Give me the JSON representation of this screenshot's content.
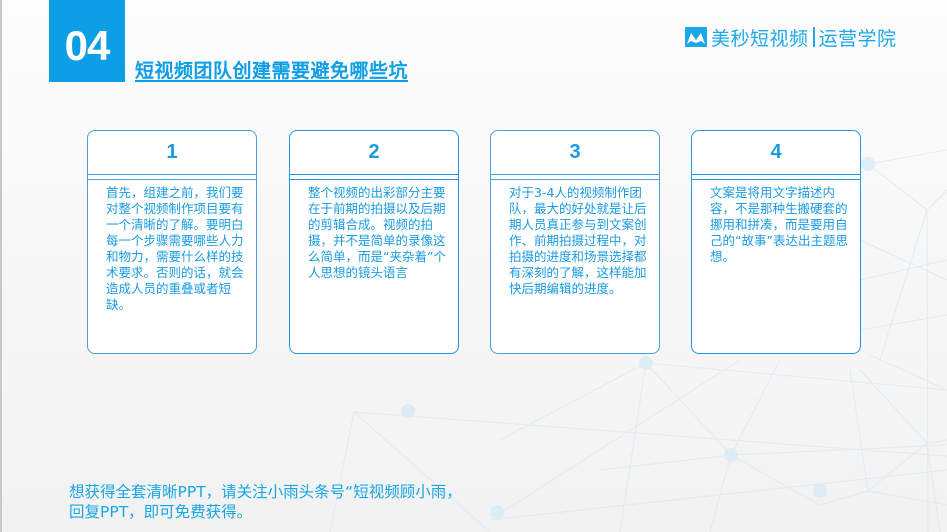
{
  "header": {
    "section_number": "04",
    "title": "短视频团队创建需要避免哪些坑"
  },
  "logo": {
    "icon": "m-wave-logo-icon",
    "brand": "美秒短视频",
    "subtitle": "运营学院"
  },
  "cards": [
    {
      "number": "1",
      "text": "首先，组建之前，我们要对整个视频制作项目要有一个清晰的了解。要明白每一个步骤需要哪些人力和物力，需要什么样的技术要求。否则的话，就会造成人员的重叠或者短缺。"
    },
    {
      "number": "2",
      "text": "整个视频的出彩部分主要在于前期的拍摄以及后期的剪辑合成。视频的拍摄，并不是简单的录像这么简单，而是“夹杂着”个人思想的镜头语言"
    },
    {
      "number": "3",
      "text": "对于3-4人的视频制作团队，最大的好处就是让后期人员真正参与到文案创作、前期拍摄过程中，对拍摄的进度和场景选择都有深刻的了解，这样能加快后期编辑的进度。"
    },
    {
      "number": "4",
      "text": "文案是将用文字描述内容，不是那种生搬硬套的挪用和拼凑，而是要用自己的“故事”表达出主题思想。"
    }
  ],
  "footer": {
    "note": "想获得全套清晰PPT，请关注小雨头条号“短视频顾小雨，回复PPT，即可免费获得。"
  },
  "colors": {
    "accent": "#0e9ee6",
    "card_border": "#4a9fd8",
    "text": "#1a9be0",
    "background": "#f5f5f5"
  }
}
